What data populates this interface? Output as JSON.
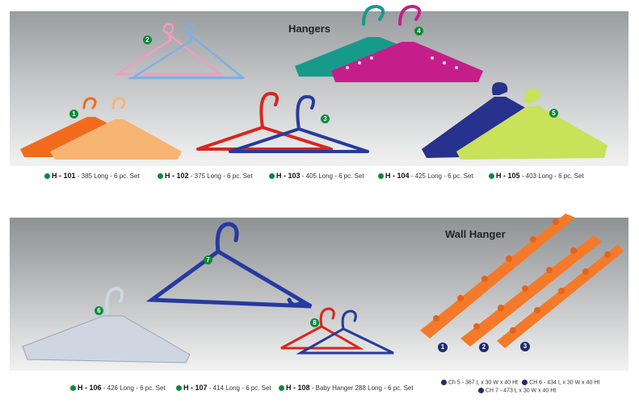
{
  "sections": {
    "hangers_title": "Hangers",
    "wall_title": "Wall Hanger"
  },
  "badges": {
    "h1": "1",
    "h2": "2",
    "h3": "3",
    "h4": "4",
    "h5": "5",
    "h6": "6",
    "h7": "7",
    "h8": "8",
    "w1": "1",
    "w2": "2",
    "w3": "3"
  },
  "captions_top": [
    {
      "code": "H - 101",
      "desc": "- 385 Long - 6 pc. Set"
    },
    {
      "code": "H - 102",
      "desc": "- 375 Long - 6 pc. Set"
    },
    {
      "code": "H - 103",
      "desc": "- 405 Long - 6 pc. Set"
    },
    {
      "code": "H - 104",
      "desc": "- 425 Long - 6 pc. Set"
    },
    {
      "code": "H - 105",
      "desc": "- 403 Long - 6 pc. Set"
    }
  ],
  "captions_bottom": [
    {
      "code": "H - 106",
      "desc": "- 426 Long - 6 pc. Set"
    },
    {
      "code": "H - 107",
      "desc": "- 414 Long - 6 pc. Set"
    },
    {
      "code": "H - 108",
      "desc": "- Baby Hanger 288 Long - 6 pc. Set"
    }
  ],
  "wall_captions": {
    "w1": "Ch 5 - 367 L x 30 W x 40 Ht",
    "w2": "CH 6 - 434 L x 30 W x 40 Ht",
    "w3": "CH 7 - 473 L x 30 W x 40 Ht"
  },
  "colors": {
    "orange": "#f26b1d",
    "peach": "#f7b574",
    "pink": "#f49ac1",
    "lightblue": "#7fb0e0",
    "red": "#d8261c",
    "blue": "#263a9e",
    "teal": "#169a8a",
    "magenta": "#c51e8a",
    "navy": "#27318e",
    "lime": "#c9e25a",
    "silver": "#cfd6e2",
    "wall_orange": "#f47a2a"
  }
}
